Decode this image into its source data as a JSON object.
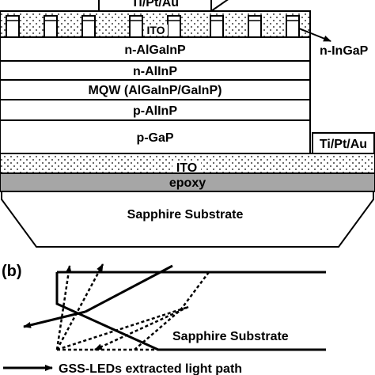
{
  "figure": {
    "layers": {
      "top_contact": "Ti/Pt/Au",
      "ito_top": "ITO",
      "n_ingap": "n-InGaP",
      "n_algainp": "n-AlGaInP",
      "n_alinp": "n-AlInP",
      "mqw": "MQW (AlGaInP/GaInP)",
      "p_alinp": "p-AlInP",
      "p_gap": "p-GaP",
      "side_contact": "Ti/Pt/Au",
      "ito_bottom": "ITO",
      "epoxy": "epoxy",
      "substrate": "Sapphire Substrate"
    },
    "panel_b": {
      "label": "(b)",
      "substrate": "Sapphire Substrate",
      "legend": "GSS-LEDs extracted light path"
    },
    "colors": {
      "stroke": "#000000",
      "epoxy_fill": "#a6a6a6",
      "background": "#ffffff"
    }
  }
}
